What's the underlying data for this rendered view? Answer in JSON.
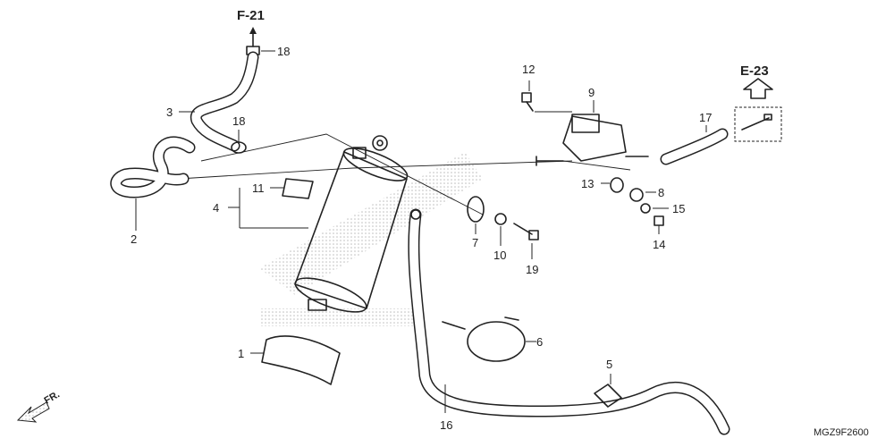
{
  "references": {
    "f21": "F-21",
    "e23": "E-23"
  },
  "parts": [
    {
      "key": "p1",
      "label": "1"
    },
    {
      "key": "p2",
      "label": "2"
    },
    {
      "key": "p3",
      "label": "3"
    },
    {
      "key": "p4",
      "label": "4"
    },
    {
      "key": "p5",
      "label": "5"
    },
    {
      "key": "p6",
      "label": "6"
    },
    {
      "key": "p7",
      "label": "7"
    },
    {
      "key": "p8",
      "label": "8"
    },
    {
      "key": "p9",
      "label": "9"
    },
    {
      "key": "p10",
      "label": "10"
    },
    {
      "key": "p11",
      "label": "11"
    },
    {
      "key": "p12",
      "label": "12"
    },
    {
      "key": "p13",
      "label": "13"
    },
    {
      "key": "p14",
      "label": "14"
    },
    {
      "key": "p15",
      "label": "15"
    },
    {
      "key": "p16",
      "label": "16"
    },
    {
      "key": "p17",
      "label": "17"
    },
    {
      "key": "p18a",
      "label": "18"
    },
    {
      "key": "p18b",
      "label": "18"
    },
    {
      "key": "p19",
      "label": "19"
    }
  ],
  "labels": {
    "p1": "1",
    "p2": "2",
    "p3": "3",
    "p4": "4",
    "p5": "5",
    "p6": "6",
    "p7": "7",
    "p8": "8",
    "p9": "9",
    "p10": "10",
    "p11": "11",
    "p12": "12",
    "p13": "13",
    "p14": "14",
    "p15": "15",
    "p16": "16",
    "p17": "17",
    "p18a": "18",
    "p18b": "18",
    "p19": "19"
  },
  "direction": "FR.",
  "diagram_code": "MGZ9F2600",
  "colors": {
    "line": "#222222",
    "background": "#ffffff",
    "watermark": "#bdbdbd"
  }
}
